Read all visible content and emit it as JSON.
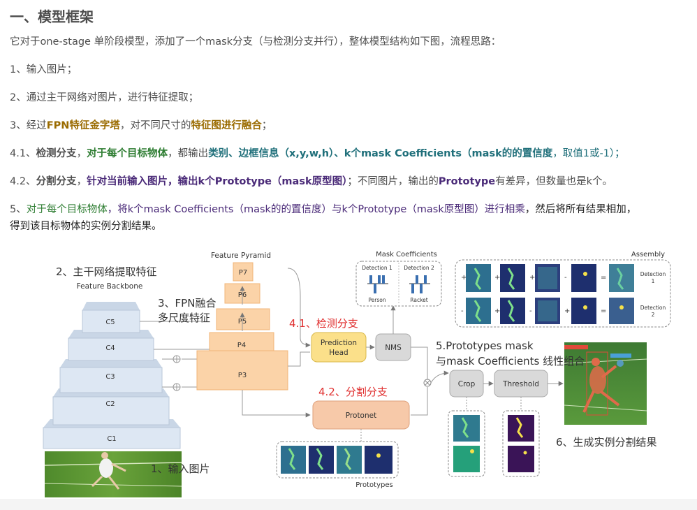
{
  "title": "一、模型框架",
  "intro": "它对于one-stage 单阶段模型，添加了一个mask分支（与检测分支并行），整体模型结构如下图，流程思路：",
  "step1": "1、输入图片；",
  "step2": "2、通过主干网络对图片，进行特征提取；",
  "step3": {
    "a": "3、经过",
    "b": "FPN特征金字塔",
    "c": "，对不同尺寸的",
    "d": "特征图进行融合",
    "e": "；"
  },
  "step41": {
    "a": "4.1、",
    "b": "检测分支",
    "c": "，",
    "d": "对于每个目标物体",
    "e": "，都输出",
    "f": "类别、边框信息（x,y,w,h）、k个mask Coefficients（mask的的置信度",
    "g": "，取值1或-1）；"
  },
  "step42": {
    "a": "4.2、",
    "b": "分割分支",
    "c": "，",
    "d": "针对当前输入图片，输出k个Prototype（mask原型图）",
    "e": "；不同图片，输出的",
    "f": "Prototype",
    "g": "有差异，但数量也是k个。"
  },
  "step5": {
    "a": "5、",
    "b": "对于每个目标物体",
    "c": "，将k个mask Coefficients（mask的的置信度）与k个Prototype（mask原型图）进行相乘",
    "d": "，然后将所有结果相加，",
    "line2": "得到该目标物体的实例分割结果。"
  },
  "diagram": {
    "backbone_title": "Feature Backbone",
    "backbone_levels": [
      "C5",
      "C4",
      "C3",
      "C2",
      "C1"
    ],
    "pyramid_title": "Feature Pyramid",
    "pyramid_levels": [
      "P7",
      "P6",
      "P5",
      "P4",
      "P3"
    ],
    "mask_coeff_title": "Mask Coefficients",
    "detection1": "Detection 1",
    "detection2": "Detection 2",
    "person": "Person",
    "racket": "Racket",
    "assembly_title": "Assembly",
    "assembly_det1": [
      "Detection",
      "1"
    ],
    "assembly_det2": [
      "Detection",
      "2"
    ],
    "prediction_head": [
      "Prediction",
      "Head"
    ],
    "nms": "NMS",
    "protonet": "Protonet",
    "prototypes": "Prototypes",
    "crop": "Crop",
    "threshold": "Threshold",
    "ann_backbone": "2、主干网络提取特征",
    "ann_fpn": [
      "3、FPN融合",
      "多尺度特征"
    ],
    "ann_detect": "4.1、检测分支",
    "ann_seg": "4.2、分割分支",
    "ann_combine": [
      "5.Prototypes mask",
      "与mask Coefficients 线性组合"
    ],
    "ann_result": "6、生成实例分割结果",
    "ann_input": "1、输入图片",
    "colors": {
      "annotation_red": "#e03030",
      "pyramid": "#fbd3a8",
      "backbone": "#dde7f3",
      "head": "#fbe08a",
      "protonet": "#f7c9a9",
      "gray_box": "#d9d9d9"
    }
  }
}
